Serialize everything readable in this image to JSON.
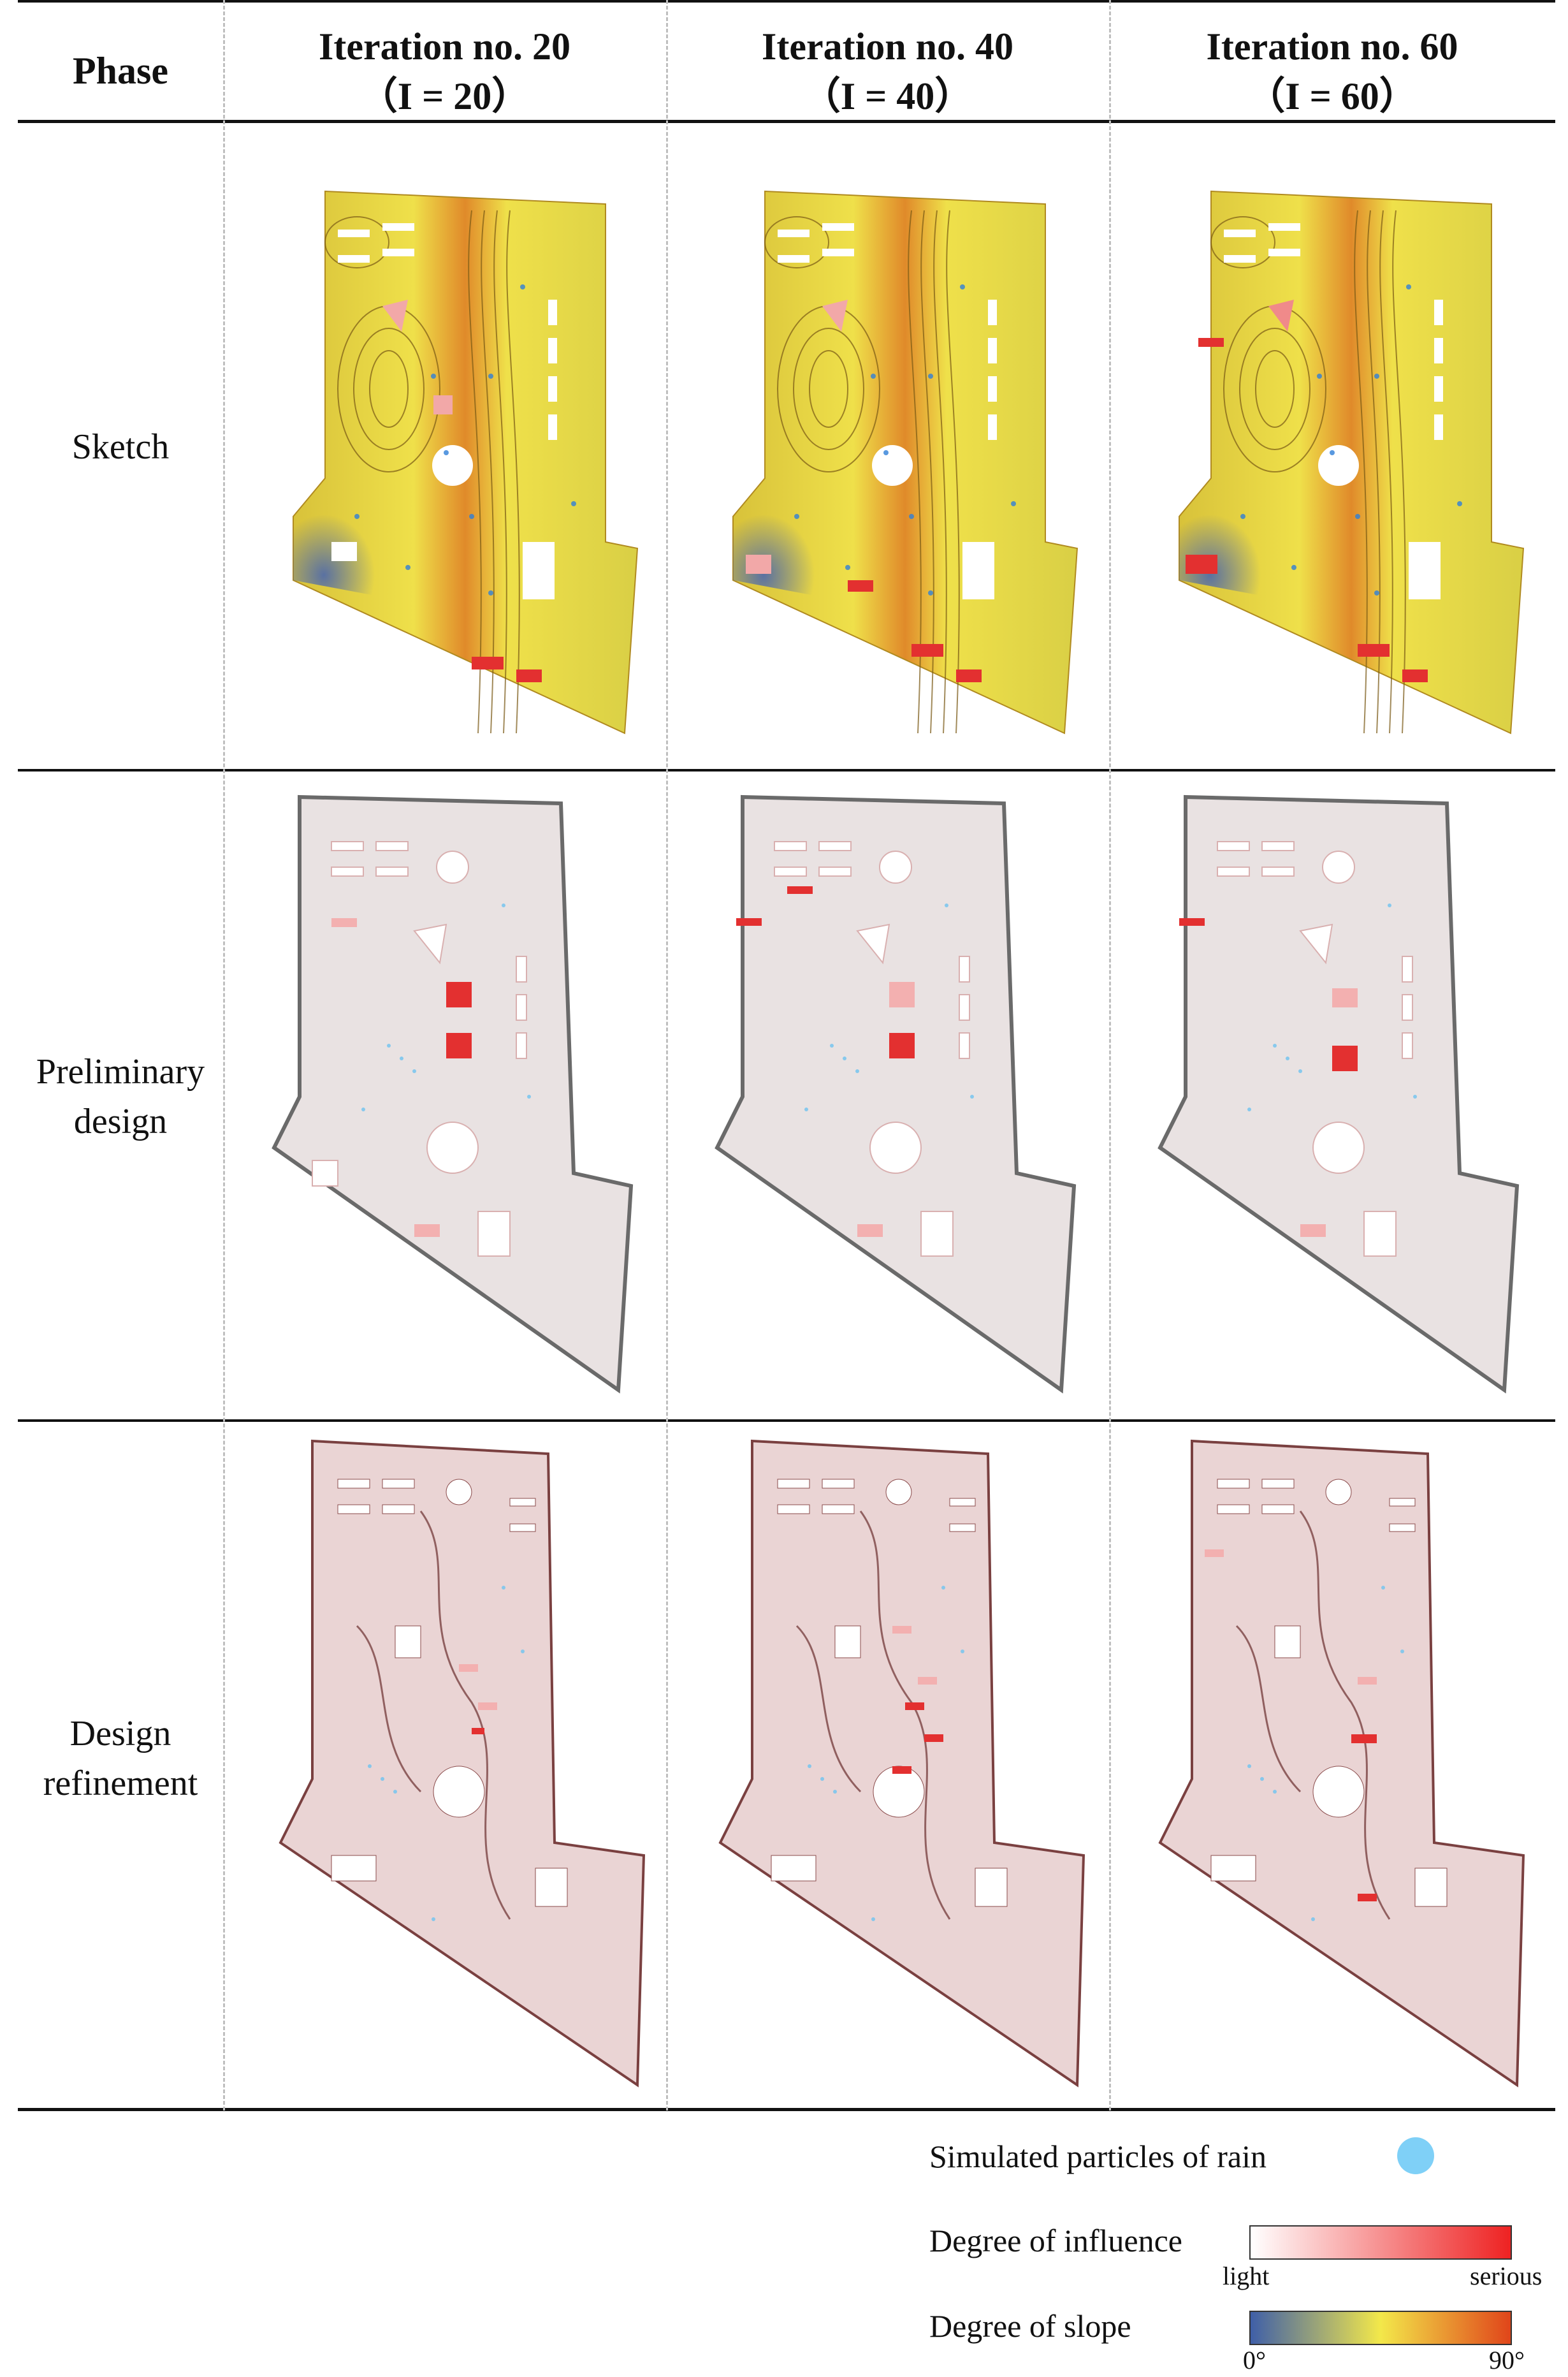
{
  "table": {
    "header": {
      "phase": "Phase",
      "columns": [
        {
          "title": "Iteration no. 20",
          "sub": "（I = 20）"
        },
        {
          "title": "Iteration no. 40",
          "sub": "（I = 40）"
        },
        {
          "title": "Iteration no. 60",
          "sub": "（I = 60）"
        }
      ]
    },
    "rows": [
      {
        "label_line1": "Sketch",
        "label_line2": ""
      },
      {
        "label_line1": "Preliminary",
        "label_line2": "design"
      },
      {
        "label_line1": "Design",
        "label_line2": "refinement"
      }
    ]
  },
  "legend": {
    "rain": {
      "label": "Simulated particles of rain",
      "color": "#7fd0f7"
    },
    "influence": {
      "label": "Degree of influence",
      "min": "light",
      "max": "serious",
      "from": "#ffffff",
      "to": "#ee2222"
    },
    "slope": {
      "label": "Degree of slope",
      "min": "0°",
      "max": "90°",
      "from": "#3f5fa8",
      "mid": "#f3e84a",
      "to": "#e0451a"
    }
  },
  "colors": {
    "rule": "#111111",
    "dashed": "#bfbfbf"
  }
}
